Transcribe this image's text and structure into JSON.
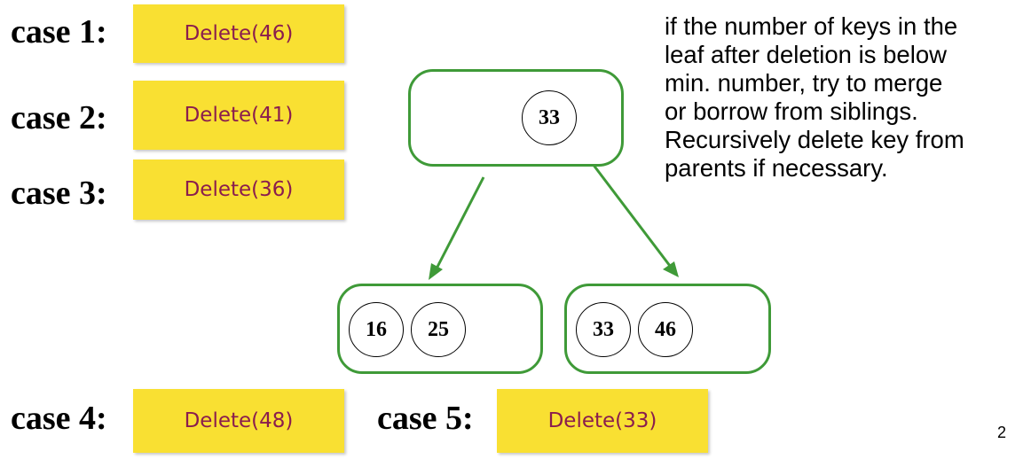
{
  "cases": [
    {
      "label": "case 1:",
      "button": "Delete(46)"
    },
    {
      "label": "case 2:",
      "button": "Delete(41)"
    },
    {
      "label": "case 3:",
      "button": "Delete(36)"
    },
    {
      "label": "case 4:",
      "button": "Delete(48)"
    },
    {
      "label": "case 5:",
      "button": "Delete(33)"
    }
  ],
  "tree": {
    "root": {
      "keys": [
        "33"
      ]
    },
    "left_leaf": {
      "keys": [
        "16",
        "25"
      ]
    },
    "right_leaf": {
      "keys": [
        "33",
        "46"
      ]
    }
  },
  "note": {
    "lines": [
      "if the number of keys in the",
      "leaf after deletion is below",
      "min. number, try to merge",
      "or borrow from siblings.",
      "Recursively delete key from",
      "parents if necessary."
    ]
  },
  "page_number": "2",
  "colors": {
    "button_fill": "#f9e032",
    "button_text": "#8a1d4e",
    "node_border": "#3f9a38",
    "arrow": "#3f9a38"
  }
}
